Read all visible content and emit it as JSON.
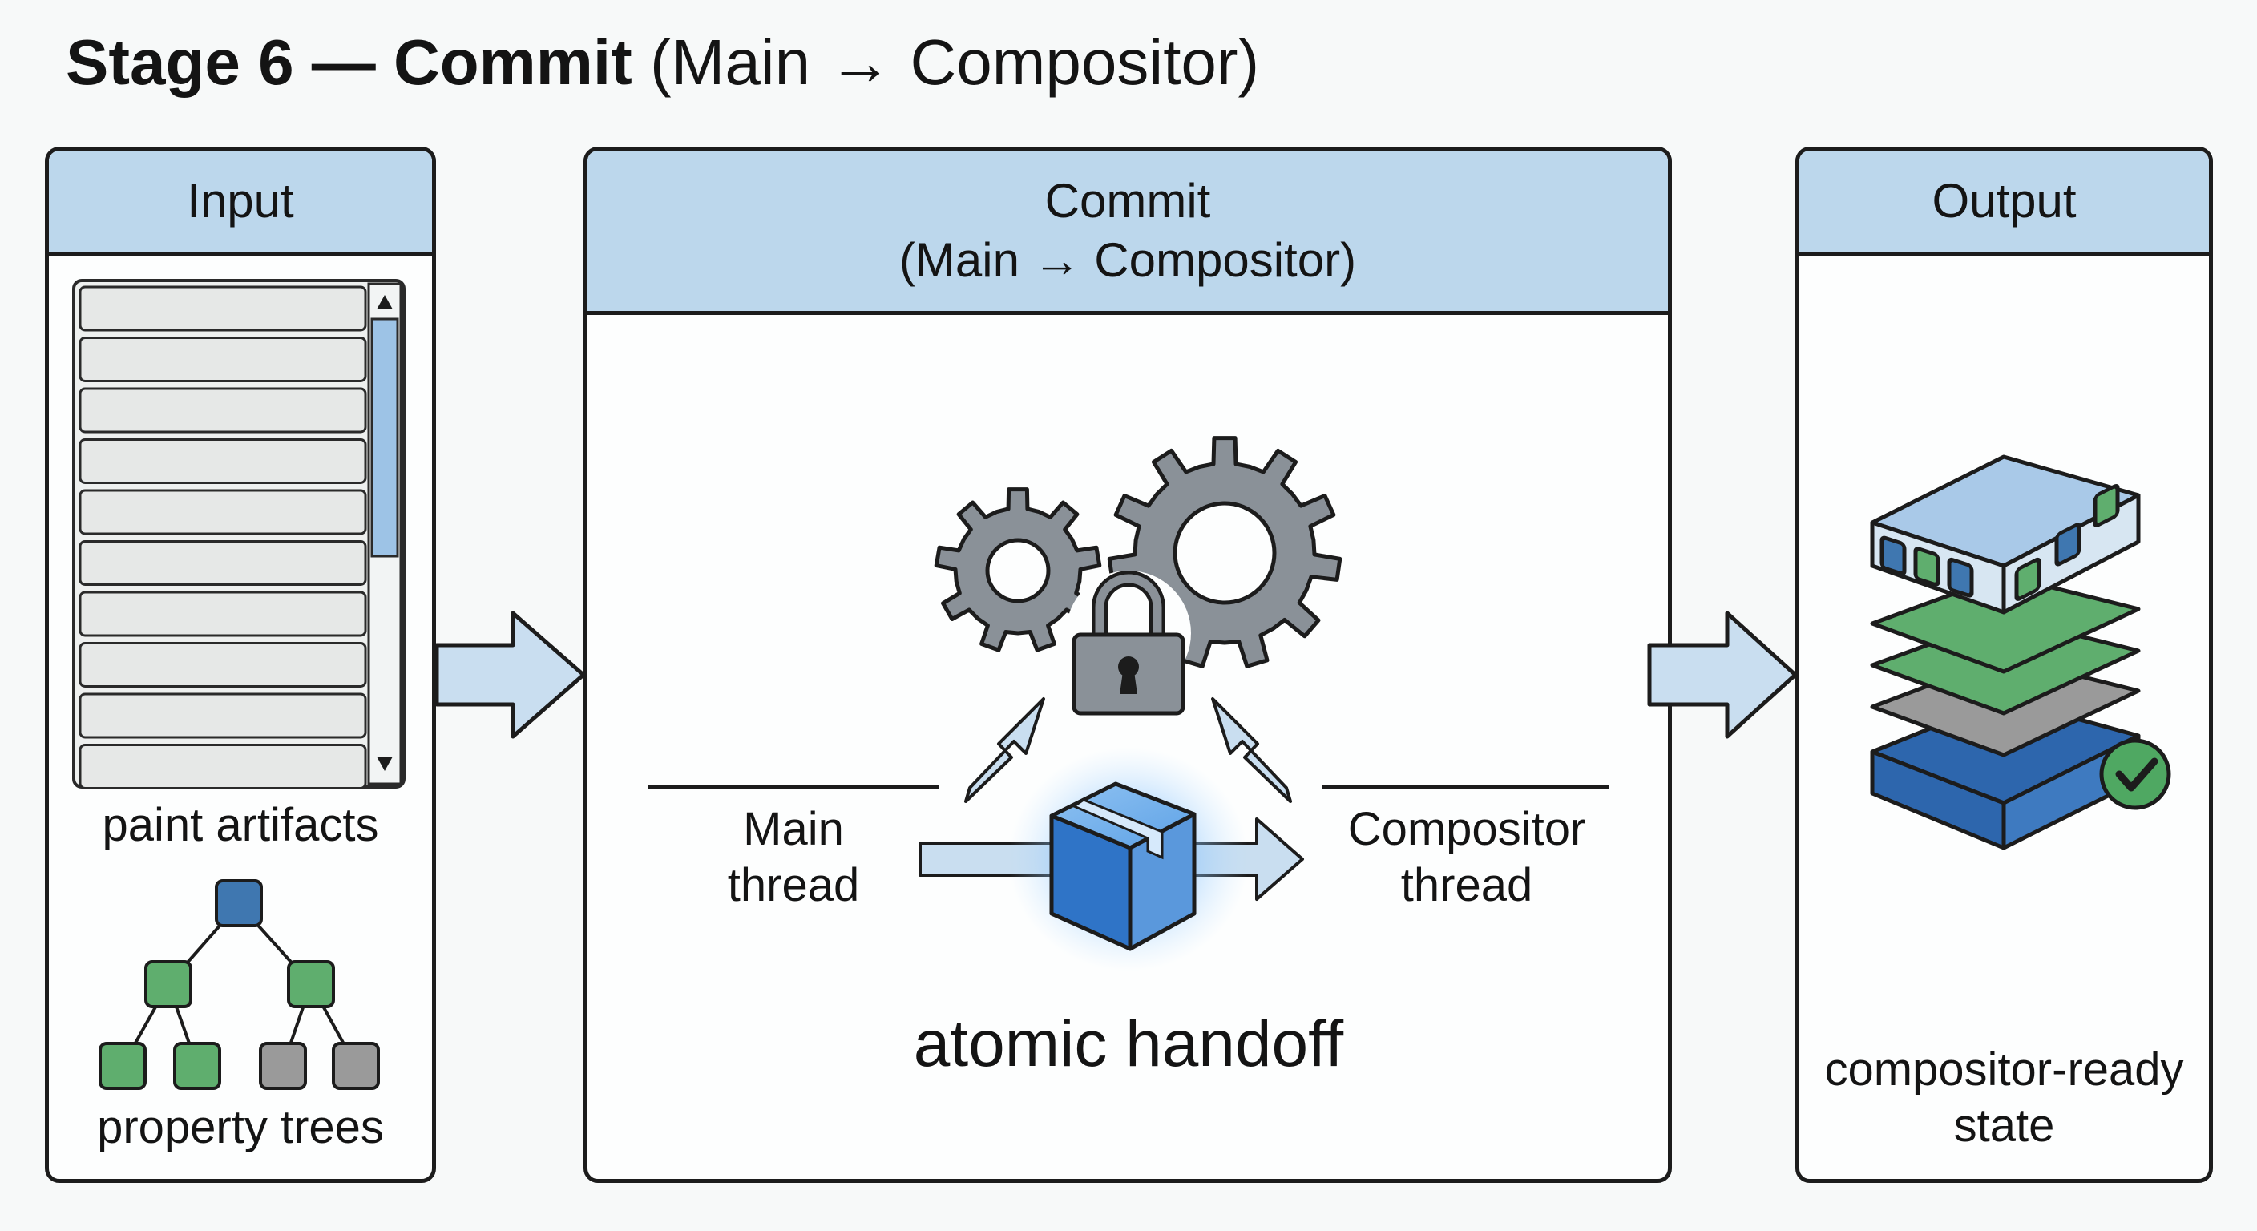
{
  "title": {
    "bold": "Stage 6 — Commit",
    "rest": "(Main → Compositor)"
  },
  "input": {
    "header": "Input",
    "paint_label": "paint artifacts",
    "tree_label": "property trees"
  },
  "commit": {
    "header_line1": "Commit",
    "header_line2": "(Main → Compositor)",
    "main_thread_line1": "Main",
    "main_thread_line2": "thread",
    "compositor_thread_line1": "Compositor",
    "compositor_thread_line2": "thread",
    "handoff_label": "atomic handoff"
  },
  "output": {
    "header": "Output",
    "state_line1": "compositor-ready",
    "state_line2": "state"
  },
  "colors": {
    "header_fill": "#bcd7ec",
    "arrow_fill": "#c9def0",
    "gear_fill": "#8a9198",
    "node_blue": "#3f77b0",
    "node_green": "#5fae6e",
    "node_gray": "#9a9a9a",
    "check_green": "#4fa862"
  },
  "icons": [
    "gear-icon",
    "padlock-icon",
    "package-box-icon",
    "layer-stack-icon",
    "checkmark-icon",
    "scrollbar-up-icon",
    "scrollbar-down-icon"
  ]
}
